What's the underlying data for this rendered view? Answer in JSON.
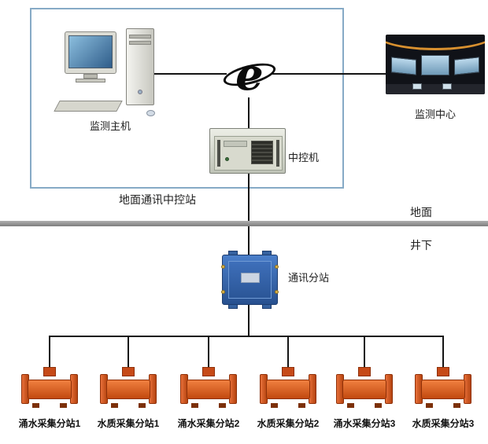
{
  "frame": {
    "label": "地面通讯中控站"
  },
  "nodes": {
    "host": {
      "label": "监测主机"
    },
    "center": {
      "label": "监测中心"
    },
    "controller": {
      "label": "中控机"
    },
    "substation": {
      "label": "通讯分站"
    }
  },
  "zones": {
    "surface": "地面",
    "underground": "井下"
  },
  "sensors": [
    {
      "label": "涌水采集分站1"
    },
    {
      "label": "水质采集分站1"
    },
    {
      "label": "涌水采集分站2"
    },
    {
      "label": "水质采集分站2"
    },
    {
      "label": "涌水采集分站3"
    },
    {
      "label": "水质采集分站3"
    }
  ],
  "icons": {
    "internet": "e"
  },
  "colors": {
    "frame_border": "#86aac6",
    "divider_gray": "#8e8e8e",
    "substation_blue": "#35619f",
    "sensor_orange": "#d4531f",
    "connector_line": "#151515"
  }
}
